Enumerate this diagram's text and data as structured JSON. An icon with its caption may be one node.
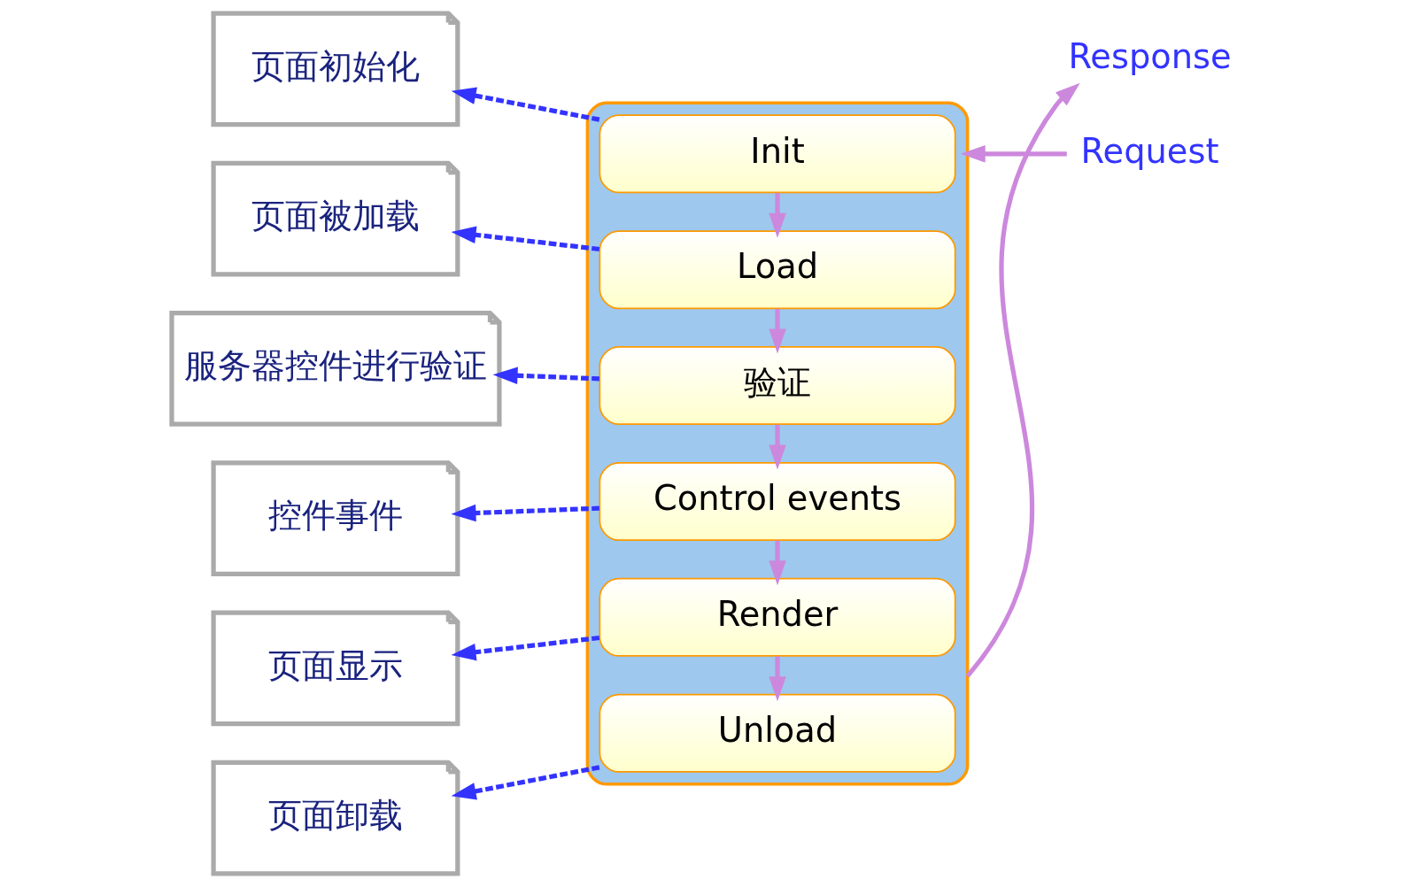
{
  "diagram": {
    "nodes": [
      {
        "text": [
          "页面初始化"
        ]
      },
      {
        "text": [
          "页面被加载"
        ]
      },
      {
        "text": [
          "服务器控件进行验证"
        ]
      },
      {
        "text": [
          "控件事件"
        ]
      },
      {
        "text": [
          "页面显示"
        ]
      },
      {
        "text": [
          "页面卸载"
        ]
      },
      {
        "text": [],
        "shape": "box"
      },
      {
        "text": [
          "Init"
        ],
        "in": 6
      },
      {
        "text": [
          "Load"
        ],
        "in": 6
      },
      {
        "text": [
          "验证"
        ],
        "in": 6
      },
      {
        "text": [
          "Control events"
        ],
        "in": 6
      },
      {
        "text": [
          "Render"
        ],
        "in": 6
      },
      {
        "text": [
          "Unload"
        ],
        "in": 6
      },
      {
        "text": [
          "Request"
        ]
      },
      {
        "text": [
          "Response"
        ]
      }
    ],
    "edges": [
      {
        "from": 7,
        "to": 0,
        "arrow": "to",
        "style": "dashed",
        "color": "#3333ff"
      },
      {
        "from": 8,
        "to": 1,
        "arrow": "to",
        "style": "dashed",
        "color": "#3333ff"
      },
      {
        "from": 9,
        "to": 2,
        "arrow": "to",
        "style": "dashed",
        "color": "#3333ff"
      },
      {
        "from": 10,
        "to": 3,
        "arrow": "to",
        "style": "dashed",
        "color": "#3333ff"
      },
      {
        "from": 11,
        "to": 4,
        "arrow": "to",
        "style": "dashed",
        "color": "#3333ff"
      },
      {
        "from": 12,
        "to": 5,
        "arrow": "to",
        "style": "dashed",
        "color": "#3333ff"
      },
      {
        "from": 7,
        "to": 8,
        "arrow": "to",
        "color": "#cc88dd"
      },
      {
        "from": 8,
        "to": 9,
        "arrow": "to",
        "color": "#cc88dd"
      },
      {
        "from": 9,
        "to": 10,
        "arrow": "to",
        "color": "#cc88dd"
      },
      {
        "from": 10,
        "to": 11,
        "arrow": "to",
        "color": "#cc88dd"
      },
      {
        "from": 11,
        "to": 12,
        "arrow": "to",
        "color": "#cc88dd"
      },
      {
        "from": 13,
        "to": 6,
        "arrow": "to",
        "color": "#cc88dd"
      },
      {
        "from": 6,
        "to": 14,
        "arrow": "to",
        "color": "#cc88dd"
      }
    ]
  }
}
